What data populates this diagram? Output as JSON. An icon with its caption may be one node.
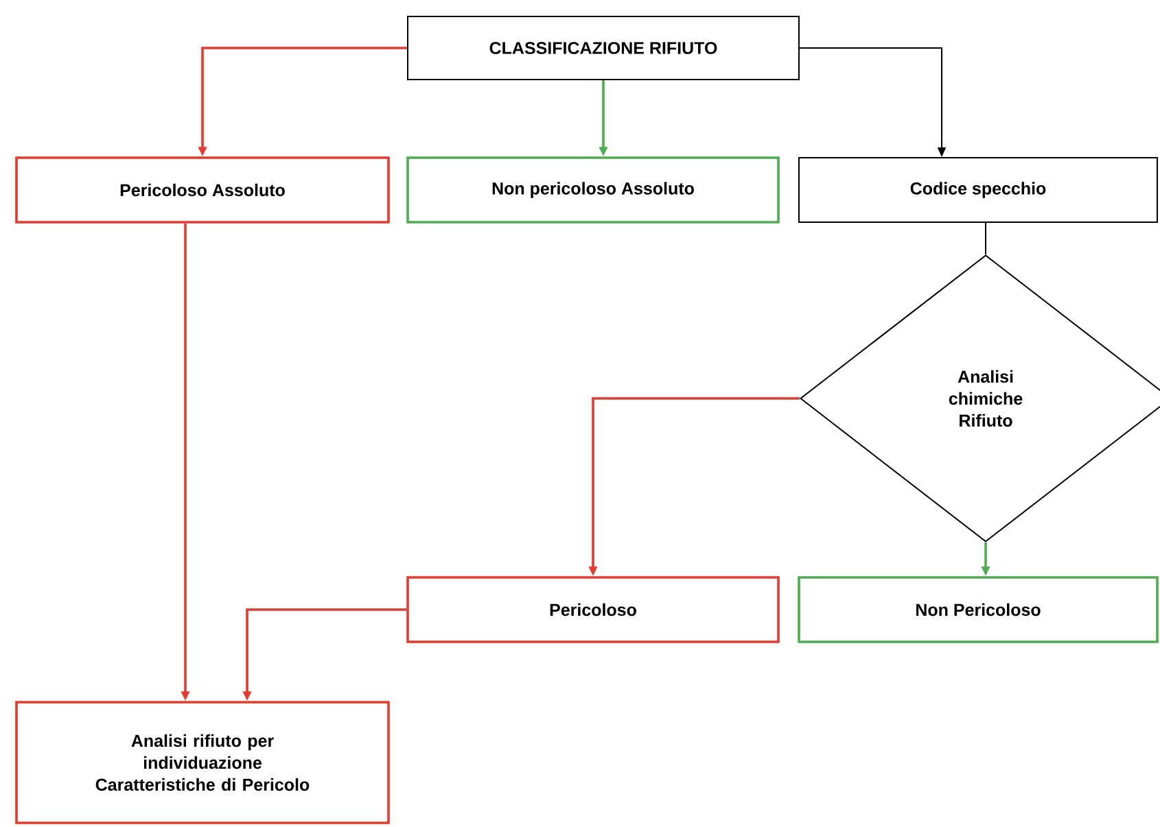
{
  "diagram": {
    "nodes": [
      {
        "text": [
          "CLASSIFICAZIONE RIFIUTO"
        ]
      },
      {
        "text": [
          "Pericoloso Assoluto"
        ]
      },
      {
        "text": [
          "Non pericoloso Assoluto"
        ]
      },
      {
        "text": [
          "Codice specchio"
        ]
      },
      {
        "text": [
          "Analisi chimiche Rifiuto"
        ]
      },
      {
        "text": [
          "Pericoloso"
        ]
      },
      {
        "text": [
          "Non Pericoloso"
        ]
      },
      {
        "text": [
          "Analisi rifiuto per individuazione Caratteristiche di Pericolo"
        ]
      }
    ],
    "edges": [
      {
        "from": 0,
        "to": 1,
        "arrow": "to"
      },
      {
        "from": 0,
        "to": 2,
        "arrow": "to",
        "color": "#4cae4f"
      },
      {
        "from": 0,
        "to": 3,
        "arrow": "to",
        "color": "#000000"
      },
      {
        "from": 3,
        "to": 4,
        "arrow": "none",
        "color": "#000000"
      },
      {
        "from": 4,
        "to": 5,
        "arrow": "to"
      },
      {
        "from": 4,
        "to": 6,
        "arrow": "to",
        "color": "#4cae4f"
      },
      {
        "from": 1,
        "to": 7,
        "arrow": "to"
      },
      {
        "from": 5,
        "to": 7,
        "arrow": "to"
      }
    ]
  }
}
